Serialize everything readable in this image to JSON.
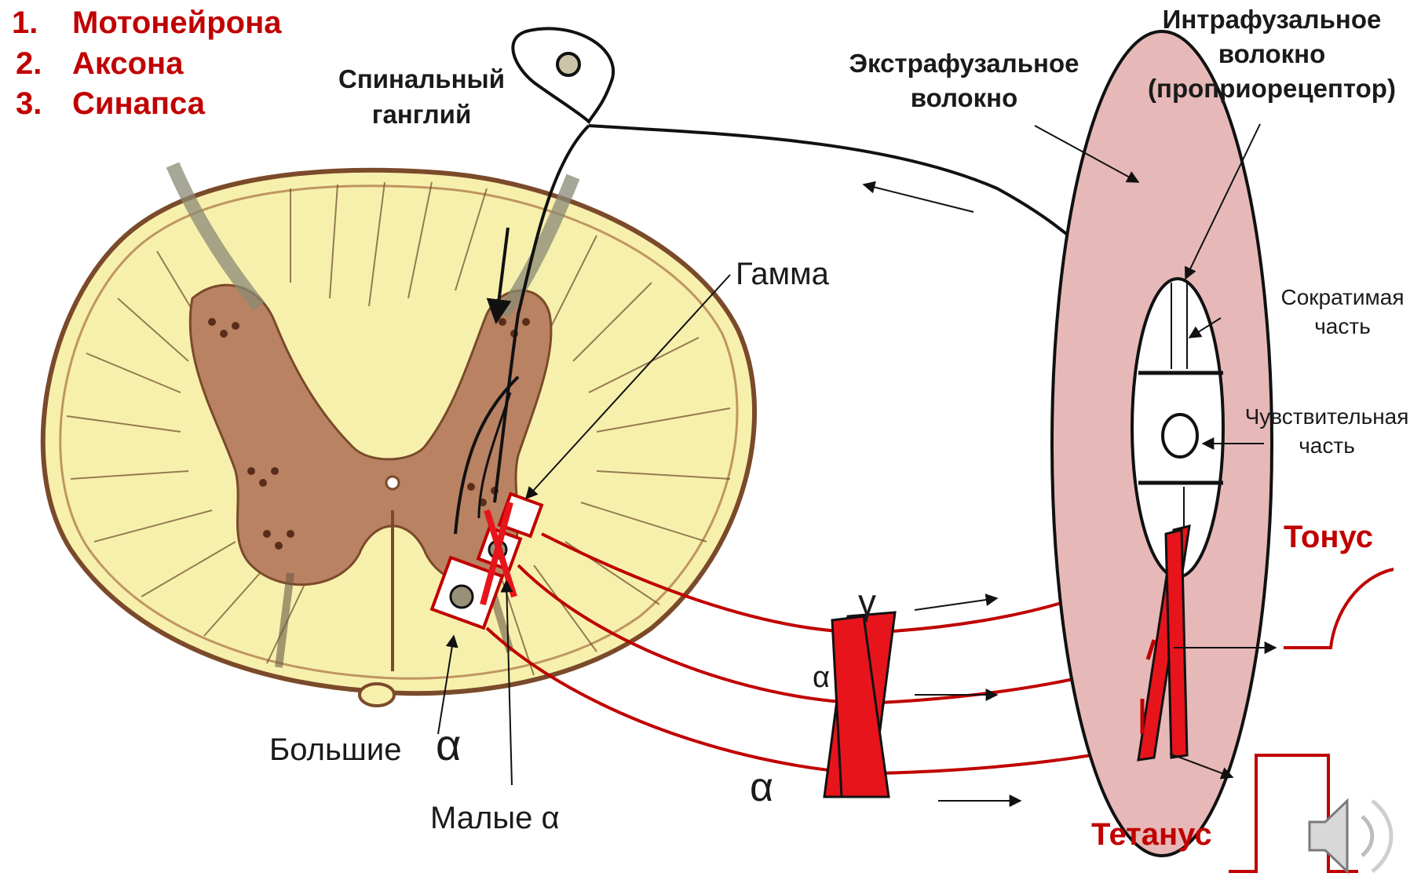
{
  "list": [
    {
      "num": "1.",
      "text": "Мотонейрона"
    },
    {
      "num": "2.",
      "text": "Аксона"
    },
    {
      "num": "3.",
      "text": "Синапса"
    }
  ],
  "labels": {
    "spinal_ganglion_line1": "Спинальный",
    "spinal_ganglion_line2": "ганглий",
    "extrafusal_line1": "Экстрафузальное",
    "extrafusal_line2": "волокно",
    "intrafusal_line1": "Интрафузальное",
    "intrafusal_line2": "волокно",
    "intrafusal_line3": "(проприорецептор)",
    "gamma": "Гамма",
    "contractile_line1": "Сократимая",
    "contractile_line2": "часть",
    "sensory_line1": "Чувствительная",
    "sensory_line2": "часть",
    "tonus": "Тонус",
    "tetanus": "Тетанус",
    "large_alpha": "Большие",
    "large_alpha_symbol": "α",
    "small_alpha": "Малые α",
    "fiber_gamma": "γ",
    "fiber_alpha_small": "α",
    "fiber_alpha_large": "α"
  },
  "colors": {
    "accent_red": "#c00000",
    "fiber_red": "#e8141c",
    "muscle_pink": "#e6b9b8",
    "cord_yellow": "#f7f0ad",
    "grey_matter": "#b98262"
  },
  "icons": {
    "audio": "speaker-icon"
  }
}
